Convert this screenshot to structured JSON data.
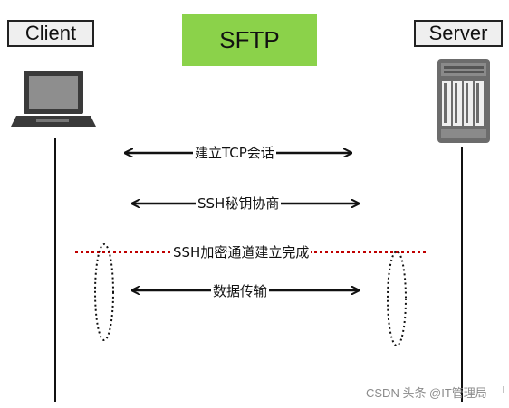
{
  "title": "SFTP",
  "client": {
    "label": "Client"
  },
  "server": {
    "label": "Server"
  },
  "arrows": [
    {
      "label": "建立TCP会话"
    },
    {
      "label": "SSH秘钥协商"
    },
    {
      "label": "SSH加密通道建立完成"
    },
    {
      "label": "数据传输"
    }
  ],
  "watermark": "CSDN 头条 @IT管理局",
  "colors": {
    "title_bg": "#8bd24a",
    "channel_line": "#c00000"
  },
  "icons": {
    "client": "laptop-icon",
    "server": "server-rack-icon"
  }
}
